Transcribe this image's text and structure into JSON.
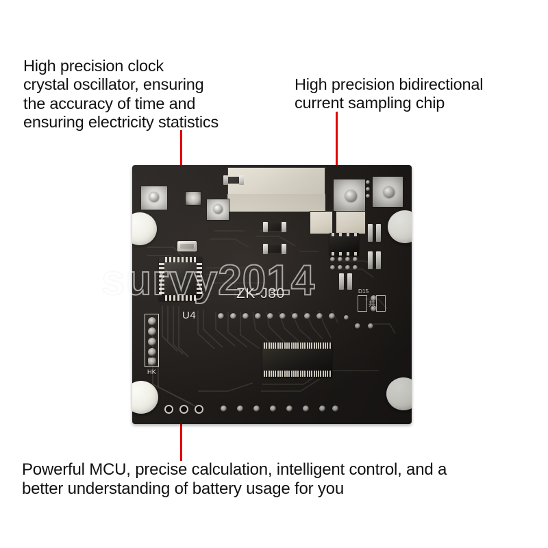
{
  "page": {
    "background_color": "#ffffff",
    "accent_color": "#e00000",
    "board_color": "#231f1c"
  },
  "callouts": [
    {
      "id": "clock",
      "text": "High precision clock\ncrystal oscillator, ensuring\nthe accuracy of time and\nensuring electricity statistics",
      "points_to": "crystal-oscillator"
    },
    {
      "id": "current",
      "text": "High precision bidirectional\ncurrent sampling chip",
      "points_to": "current-sense-chip"
    },
    {
      "id": "mcu",
      "text": "Powerful MCU, precise calculation, intelligent control, and a\nbetter understanding of battery usage for you",
      "points_to": "mcu-chip"
    }
  ],
  "board": {
    "watermark": "survy2014",
    "silkscreen": {
      "model": "ZK-J30",
      "mcu_designator": "U4",
      "header_label": "HK",
      "diode_designator": "D15"
    }
  }
}
